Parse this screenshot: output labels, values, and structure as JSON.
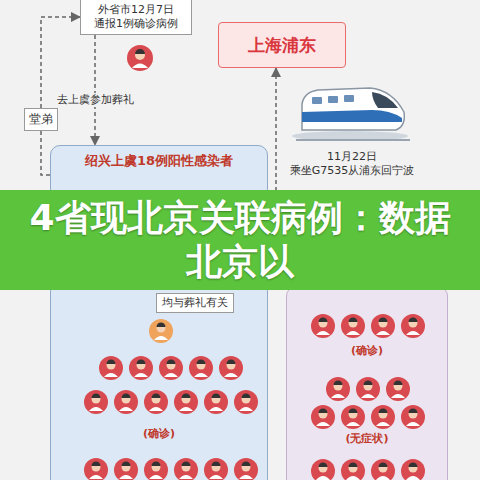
{
  "diagram": {
    "title": "4省现北京关联病例：数据 北京以",
    "nodes": [
      {
        "text": [
          "外省市12月7日 通报1例确诊病例"
        ]
      },
      {
        "text": [
          "上海浦东"
        ]
      },
      {
        "text": [
          "堂弟"
        ]
      },
      {
        "text": [
          "绍兴上虞18例阳性感染者",
          "(确诊)"
        ]
      },
      {
        "text": [
          "均与葬礼有关"
        ],
        "in": 3
      },
      {
        "text": [
          "(确诊)",
          "(无症状)"
        ]
      }
    ],
    "edges": [
      {
        "from": 0,
        "to": 3,
        "label": "去上虞参加葬礼",
        "arrow": "to"
      },
      {
        "from": 3,
        "to": 2,
        "arrow": "none"
      },
      {
        "from": 2,
        "to": 0,
        "arrow": "to"
      },
      {
        "from": 5,
        "to": 1,
        "label": "11月22日 乘坐G7535从浦东回宁波",
        "arrow": "to"
      }
    ]
  }
}
